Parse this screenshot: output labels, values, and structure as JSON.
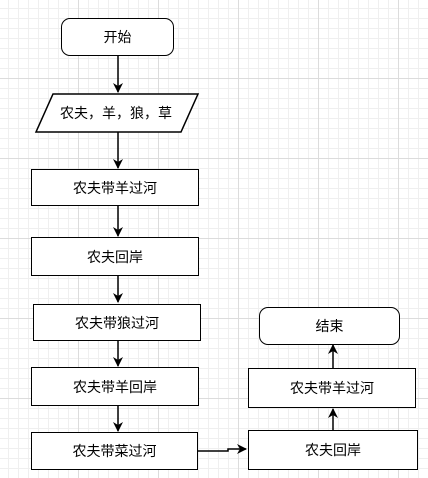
{
  "flowchart": {
    "nodes": {
      "start": "开始",
      "input": "农夫，羊，狼，草",
      "step1": "农夫带羊过河",
      "step2": "农夫回岸",
      "step3": "农夫带狼过河",
      "step4": "农夫带羊回岸",
      "step5": "农夫带菜过河",
      "step6": "农夫回岸",
      "step7": "农夫带羊过河",
      "end": "结束"
    }
  }
}
